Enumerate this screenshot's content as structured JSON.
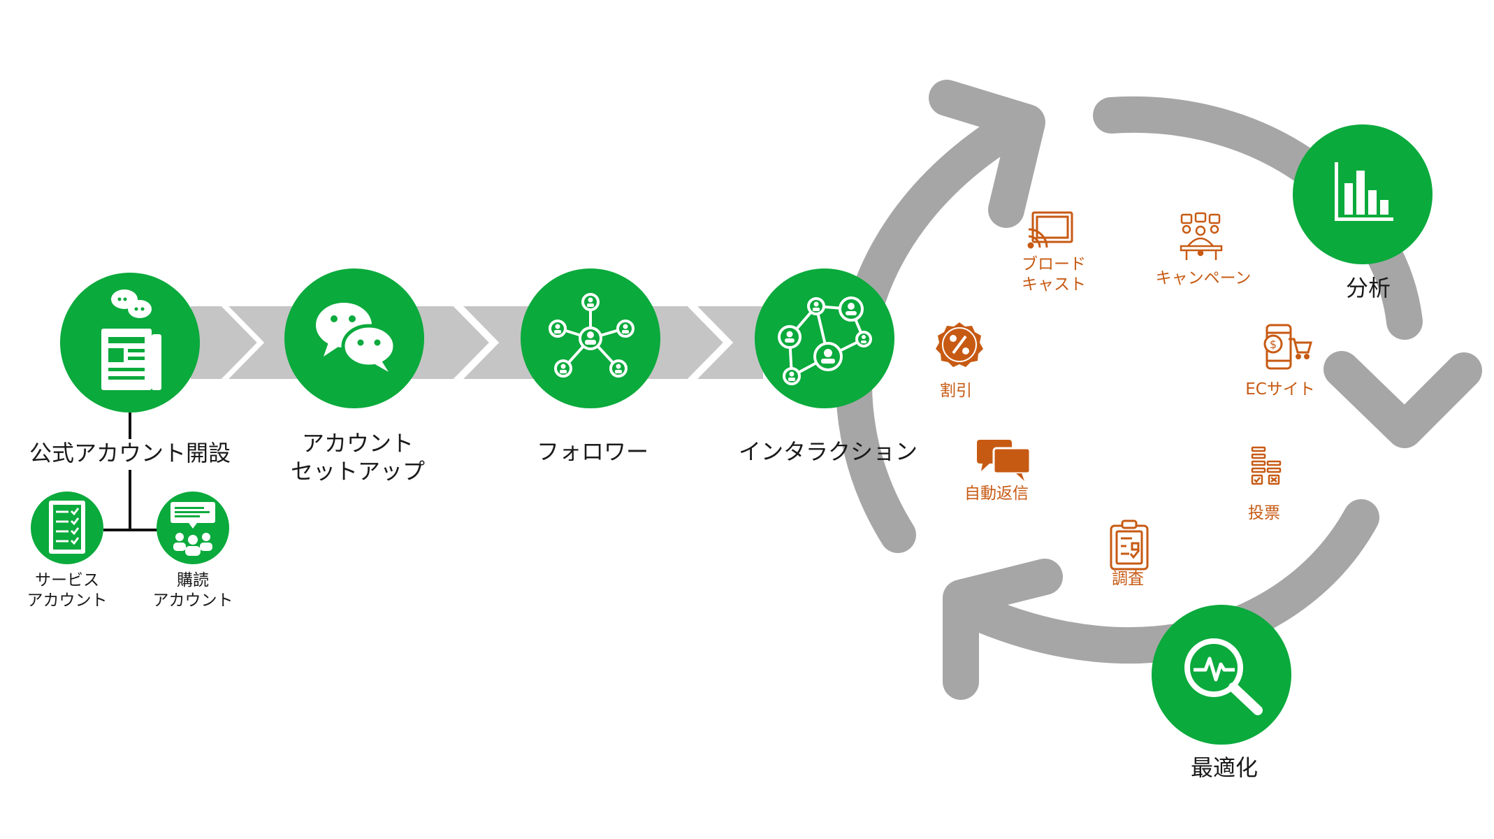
{
  "colors": {
    "green": "#0AAA3C",
    "arrow_gray": "#C5C5C5",
    "cycle_gray": "#A6A6A6",
    "feature_orange": "#C75A13",
    "line": "#111111"
  },
  "stages": [
    {
      "id": "open",
      "label": "公式アカウント開設",
      "icon": "chat-newspaper-icon"
    },
    {
      "id": "setup",
      "label": "アカウント\nセットアップ",
      "icon": "wechat-icon"
    },
    {
      "id": "follow",
      "label": "フォロワー",
      "icon": "network-icon"
    },
    {
      "id": "interact",
      "label": "インタラクション",
      "icon": "people-network-icon"
    }
  ],
  "account_types": [
    {
      "label": "サービス\nアカウント",
      "icon": "checklist-icon"
    },
    {
      "label": "購読\nアカウント",
      "icon": "subscription-icon"
    }
  ],
  "cycle_nodes": [
    {
      "label": "分析",
      "icon": "bar-chart-icon"
    },
    {
      "label": "最適化",
      "icon": "magnifier-pulse-icon"
    }
  ],
  "features": [
    {
      "label": "ブロード\nキャスト",
      "icon": "broadcast-icon"
    },
    {
      "label": "キャンペーン",
      "icon": "campaign-icon"
    },
    {
      "label": "割引",
      "icon": "discount-badge-icon"
    },
    {
      "label": "ECサイト",
      "icon": "ec-phone-icon"
    },
    {
      "label": "自動返信",
      "icon": "auto-reply-icon"
    },
    {
      "label": "投票",
      "icon": "vote-icon"
    },
    {
      "label": "調査",
      "icon": "survey-clipboard-icon"
    }
  ]
}
